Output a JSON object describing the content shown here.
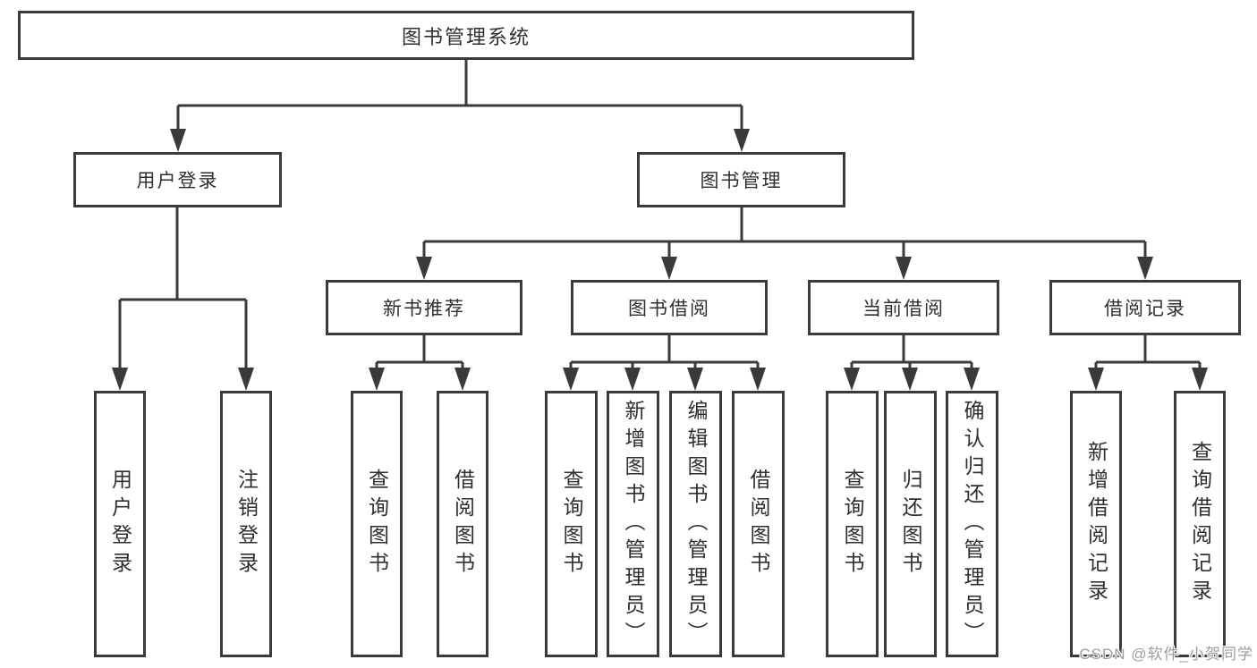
{
  "diagram": {
    "root": {
      "label": "图书管理系统"
    },
    "user_login": {
      "label": "用户登录"
    },
    "book_mgmt": {
      "label": "图书管理"
    },
    "login_user": {
      "label": "用户登录"
    },
    "login_logout": {
      "label": "注销登录"
    },
    "new_rec": {
      "label": "新书推荐"
    },
    "rec_query": {
      "label": "查询图书"
    },
    "rec_borrow": {
      "label": "借阅图书"
    },
    "book_borrow": {
      "label": "图书借阅"
    },
    "borrow_query": {
      "label": "查询图书"
    },
    "borrow_add": {
      "label": "新增图书（管理员）"
    },
    "borrow_edit": {
      "label": "编辑图书（管理员）"
    },
    "borrow_do": {
      "label": "借阅图书"
    },
    "current_borrow": {
      "label": "当前借阅"
    },
    "current_query": {
      "label": "查询图书"
    },
    "current_return": {
      "label": "归还图书"
    },
    "current_confirm": {
      "label": "确认归还（管理员）"
    },
    "borrow_record": {
      "label": "借阅记录"
    },
    "record_add": {
      "label": "新增借阅记录"
    },
    "record_query": {
      "label": "查询借阅记录"
    }
  },
  "watermark": {
    "text": "CSDN @软件_小贺同学"
  },
  "colors": {
    "line": "#3a3a3a",
    "text": "#2f2f2f",
    "box_background": "#ffffff",
    "watermark": "#9e9e9e"
  }
}
